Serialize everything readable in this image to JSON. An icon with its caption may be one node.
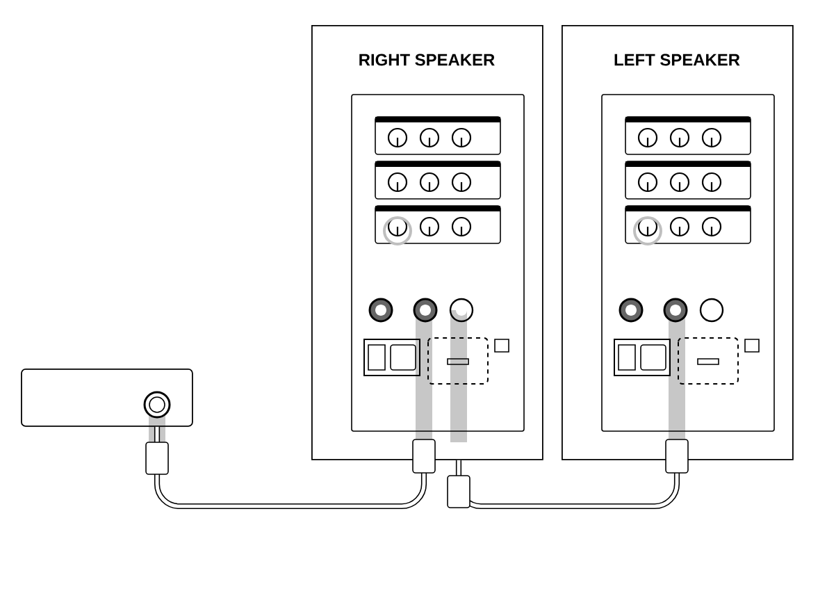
{
  "diagram": {
    "nodes": [
      {
        "text": [],
        "shape": "box"
      },
      {
        "text": [
          "RIGHT SPEAKER"
        ]
      },
      {
        "text": [
          "LEFT SPEAKER"
        ]
      }
    ],
    "edges": [
      {
        "from": 0,
        "to": 1,
        "arrow": "none"
      },
      {
        "from": 1,
        "to": 2,
        "arrow": "none"
      }
    ]
  }
}
